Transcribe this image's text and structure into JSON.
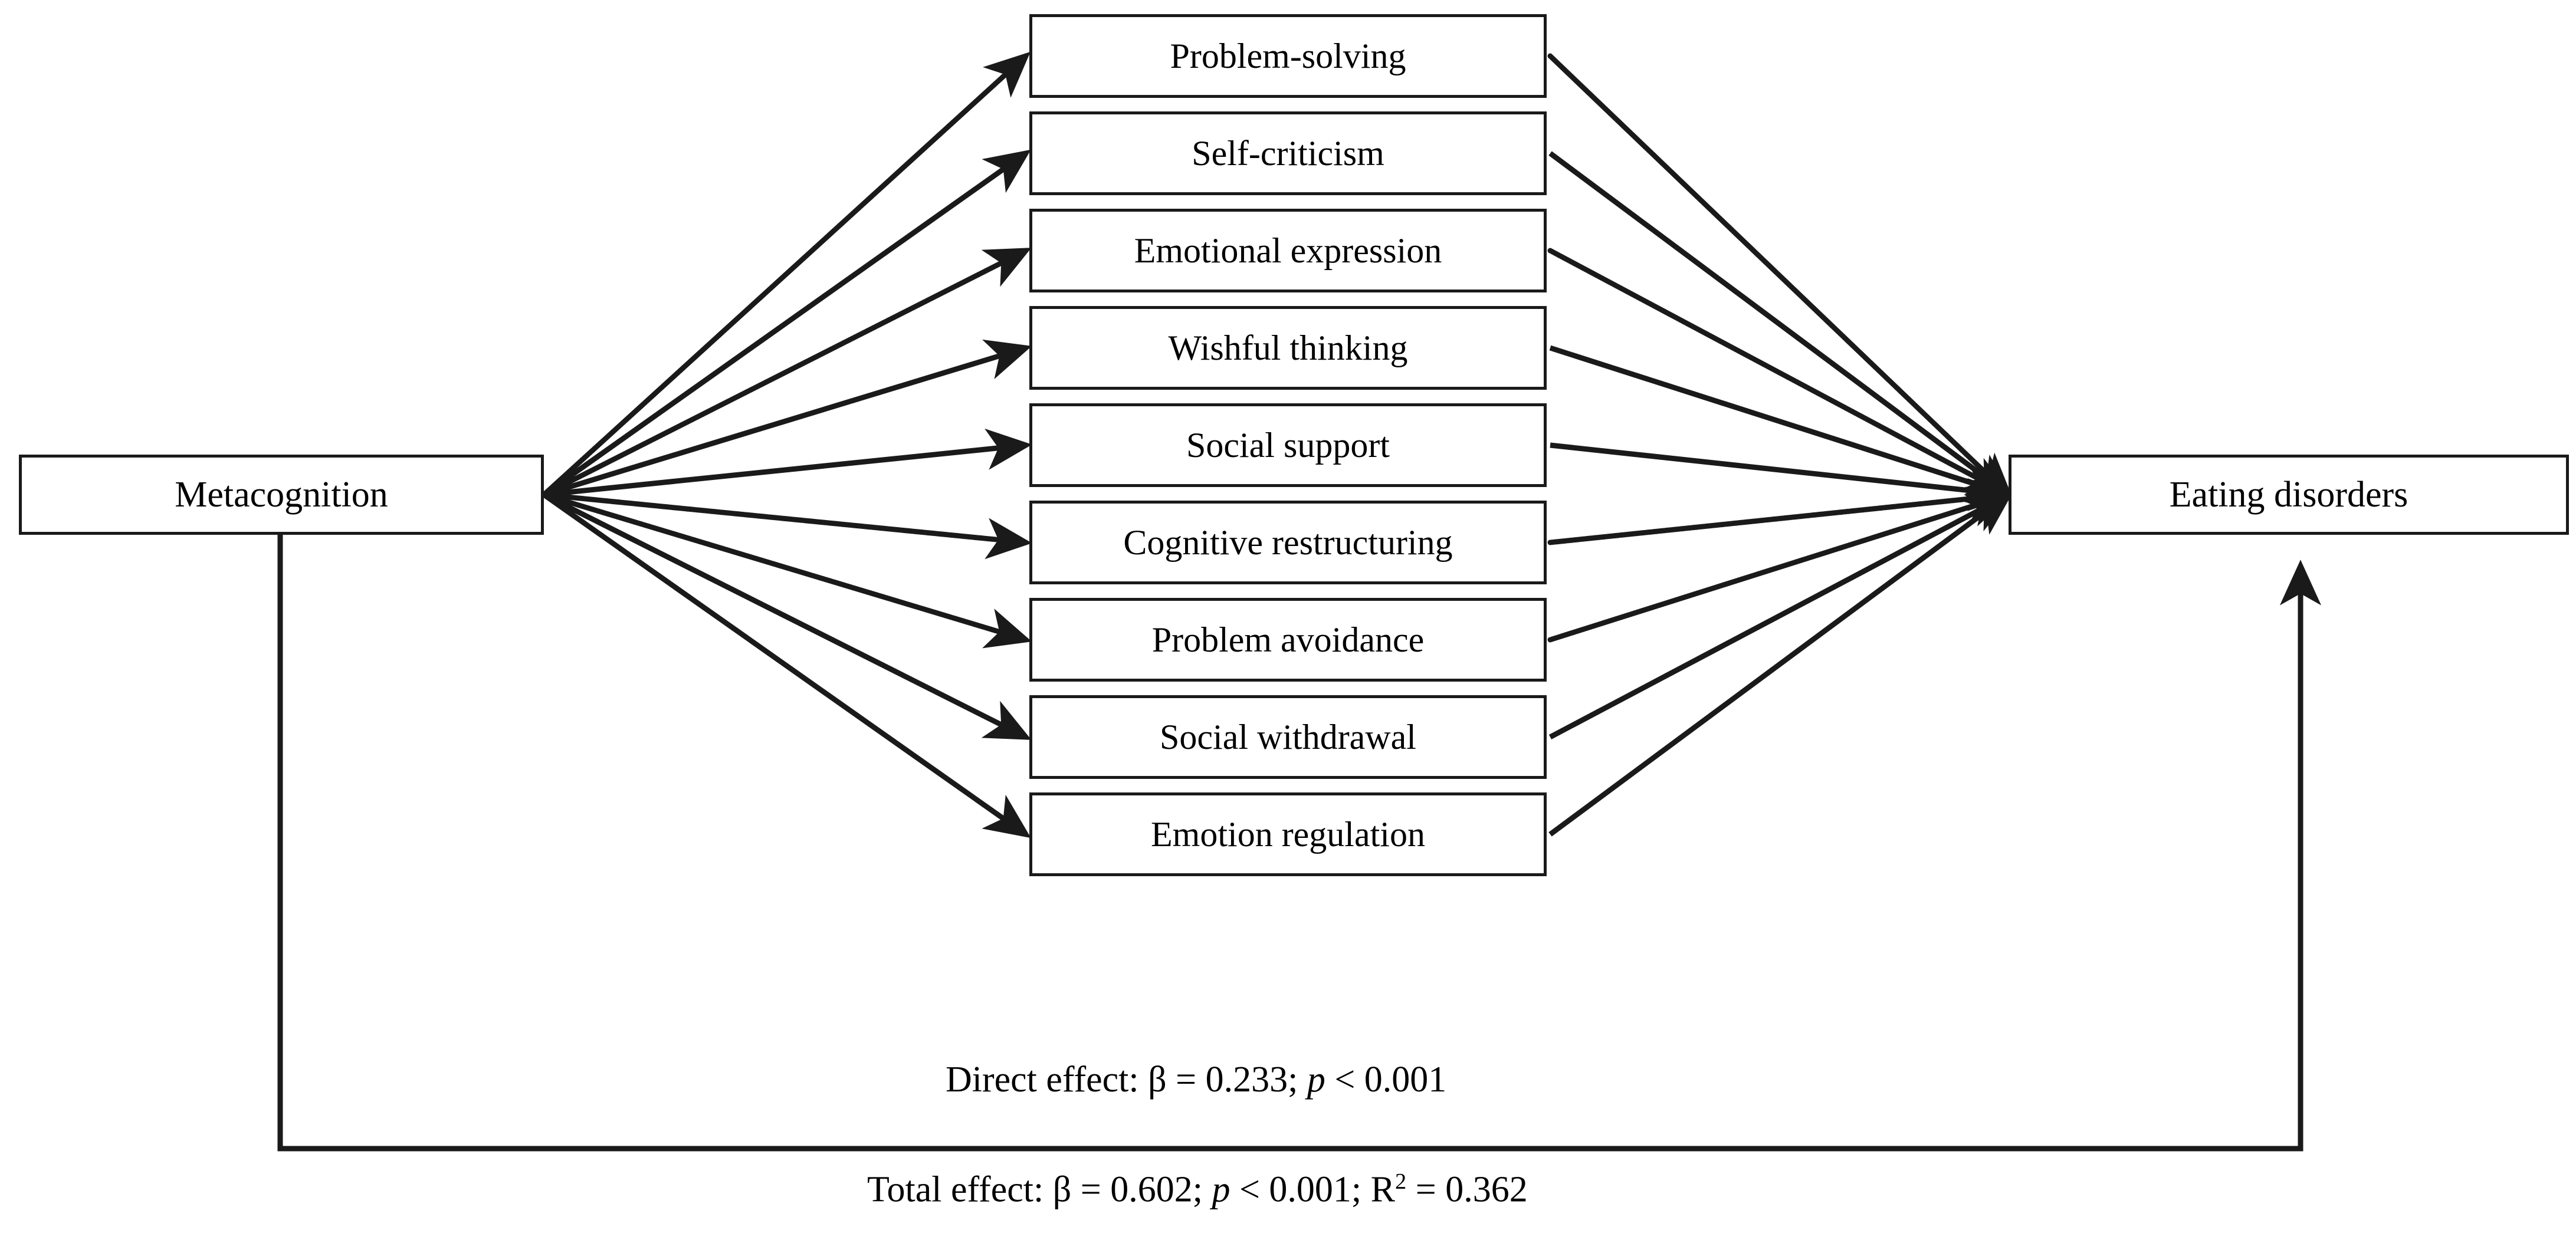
{
  "diagram": {
    "type": "path-analysis-mediation-model",
    "predictor": {
      "label": "Metacognition"
    },
    "outcome": {
      "label": "Eating disorders"
    },
    "mediators": [
      {
        "label": "Problem-solving",
        "a_path_style": "dotted",
        "b_path_style": "dotted"
      },
      {
        "label": "Self-criticism",
        "a_path_style": "solid",
        "b_path_style": "solid"
      },
      {
        "label": "Emotional expression",
        "a_path_style": "dotted",
        "b_path_style": "dotted"
      },
      {
        "label": "Wishful thinking",
        "a_path_style": "solid",
        "b_path_style": "solid"
      },
      {
        "label": "Social support",
        "a_path_style": "solid",
        "b_path_style": "solid"
      },
      {
        "label": "Cognitive restructuring",
        "a_path_style": "dotted",
        "b_path_style": "dotted"
      },
      {
        "label": "Problem avoidance",
        "a_path_style": "dotted",
        "b_path_style": "dotted"
      },
      {
        "label": "Social withdrawal",
        "a_path_style": "solid",
        "b_path_style": "solid"
      },
      {
        "label": "Emotion regulation",
        "a_path_style": "solid",
        "b_path_style": "solid"
      }
    ],
    "effects": {
      "direct": {
        "prefix": "Direct effect: ",
        "beta_symbol": "β",
        "beta_value": "0.233",
        "p_symbol": "p",
        "p_value": "< 0.001",
        "full_text": "Direct effect: β = 0.233; p < 0.001"
      },
      "total": {
        "prefix": "Total effect: ",
        "beta_symbol": "β",
        "beta_value": "0.602",
        "p_symbol": "p",
        "p_value": "< 0.001",
        "r2_symbol": "R",
        "r2_exponent": "2",
        "r2_value": "0.362",
        "full_text": "Total effect: β = 0.602; p < 0.001; R2 = 0.362"
      }
    },
    "colors": {
      "stroke": "#1a1a1a",
      "background": "#ffffff",
      "text": "#000000"
    }
  }
}
